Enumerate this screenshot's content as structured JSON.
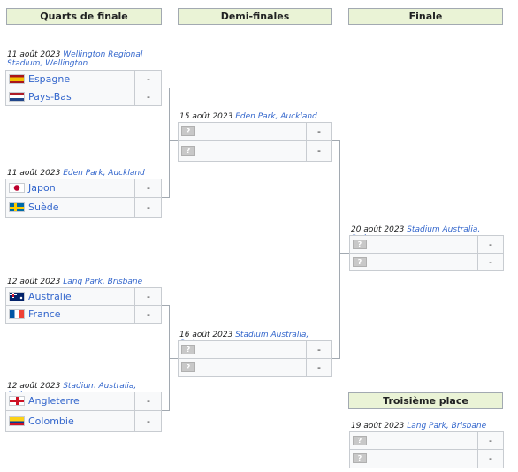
{
  "headers": {
    "qf": "Quarts de finale",
    "sf": "Demi-finales",
    "final": "Finale",
    "third": "Troisième place"
  },
  "qf": [
    {
      "date": "11 août 2023",
      "venue": "Wellington Regional Stadium, Wellington",
      "teams": [
        {
          "name": "Espagne",
          "score": "-"
        },
        {
          "name": "Pays-Bas",
          "score": "-"
        }
      ]
    },
    {
      "date": "11 août 2023",
      "venue": "Eden Park, Auckland",
      "teams": [
        {
          "name": "Japon",
          "score": "-"
        },
        {
          "name": "Suède",
          "score": "-"
        }
      ]
    },
    {
      "date": "12 août 2023",
      "venue": "Lang Park, Brisbane",
      "teams": [
        {
          "name": "Australie",
          "score": "-"
        },
        {
          "name": "France",
          "score": "-"
        }
      ]
    },
    {
      "date": "12 août 2023",
      "venue": "Stadium Australia, Sydney",
      "teams": [
        {
          "name": "Angleterre",
          "score": "-"
        },
        {
          "name": "Colombie",
          "score": "-"
        }
      ]
    }
  ],
  "sf": [
    {
      "date": "15 août 2023",
      "venue": "Eden Park, Auckland",
      "teams": [
        {
          "placeholder": "?",
          "score": "-"
        },
        {
          "placeholder": "?",
          "score": "-"
        }
      ]
    },
    {
      "date": "16 août 2023",
      "venue": "Stadium Australia, Sydney",
      "teams": [
        {
          "placeholder": "?",
          "score": "-"
        },
        {
          "placeholder": "?",
          "score": "-"
        }
      ]
    }
  ],
  "final": {
    "date": "20 août 2023",
    "venue": "Stadium Australia, Sydney",
    "teams": [
      {
        "placeholder": "?",
        "score": "-"
      },
      {
        "placeholder": "?",
        "score": "-"
      }
    ]
  },
  "third": {
    "date": "19 août 2023",
    "venue": "Lang Park, Brisbane",
    "teams": [
      {
        "placeholder": "?",
        "score": "-"
      },
      {
        "placeholder": "?",
        "score": "-"
      }
    ]
  }
}
